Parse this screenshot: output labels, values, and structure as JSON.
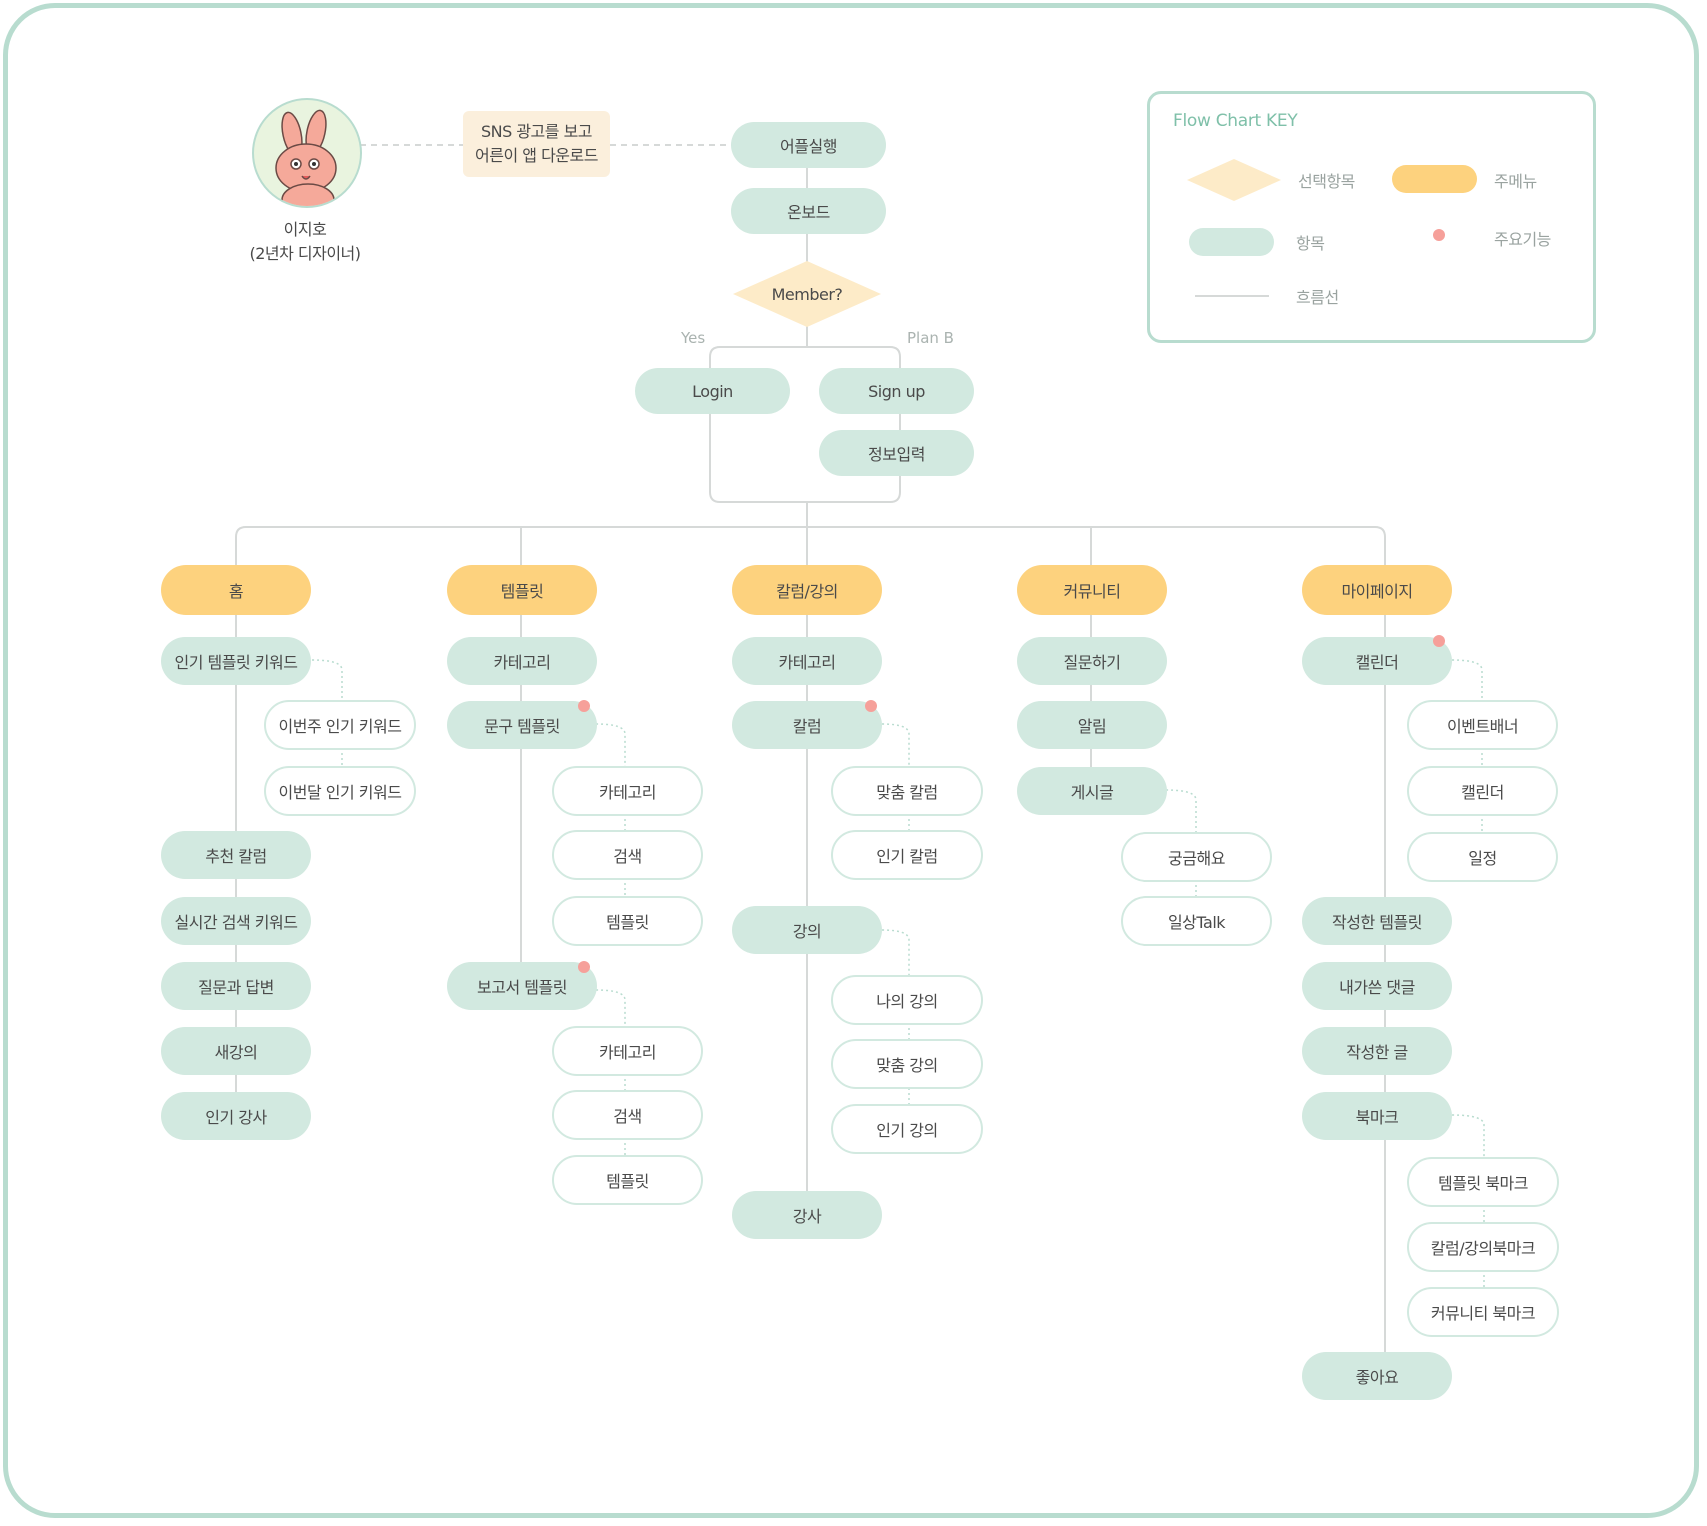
{
  "persona": {
    "name": "이지호",
    "role": "(2년차 디자이너)",
    "note_line1": "SNS 광고를 보고",
    "note_line2": "어른이 앱 다운로드"
  },
  "flow": {
    "launch": "어플실행",
    "onboard": "온보드",
    "decision": "Member?",
    "yes_label": "Yes",
    "planb_label": "Plan B",
    "login": "Login",
    "signup": "Sign up",
    "info_input": "정보입력"
  },
  "menus": {
    "home": {
      "title": "홈",
      "items": [
        "인기 템플릿 키워드",
        "추천 칼럼",
        "실시간 검색 키워드",
        "질문과 답변",
        "새강의",
        "인기 강사"
      ],
      "sub_keyword": [
        "이번주 인기 키워드",
        "이번달 인기 키워드"
      ]
    },
    "template": {
      "title": "템플릿",
      "items": [
        "카테고리",
        "문구 템플릿",
        "보고서 템플릿"
      ],
      "sub_stationery": [
        "카테고리",
        "검색",
        "템플릿"
      ],
      "sub_report": [
        "카테고리",
        "검색",
        "템플릿"
      ]
    },
    "column": {
      "title": "칼럼/강의",
      "items": [
        "카테고리",
        "칼럼",
        "강의",
        "강사"
      ],
      "sub_column": [
        "맞춤 칼럼",
        "인기 칼럼"
      ],
      "sub_lecture": [
        "나의 강의",
        "맞춤 강의",
        "인기 강의"
      ]
    },
    "community": {
      "title": "커뮤니티",
      "items": [
        "질문하기",
        "알림",
        "게시글"
      ],
      "sub_post": [
        "궁금해요",
        "일상Talk"
      ]
    },
    "mypage": {
      "title": "마이페이지",
      "items": [
        "캘린더",
        "작성한 템플릿",
        "내가쓴 댓글",
        "작성한 글",
        "북마크",
        "좋아요"
      ],
      "sub_calendar": [
        "이벤트배너",
        "캘린더",
        "일정"
      ],
      "sub_bookmark": [
        "템플릿 북마크",
        "칼럼/강의북마크",
        "커뮤니티 북마크"
      ]
    }
  },
  "key": {
    "title": "Flow Chart KEY",
    "choice": "선택항목",
    "main_menu": "주메뉴",
    "item": "항목",
    "key_feature": "주요기능",
    "flow_line": "흐름선"
  },
  "colors": {
    "item": "#d2e9e0",
    "main_menu": "#fdd27e",
    "choice": "#fdebc8",
    "key_feature": "#f6a09a",
    "frame": "#b8dccf"
  }
}
